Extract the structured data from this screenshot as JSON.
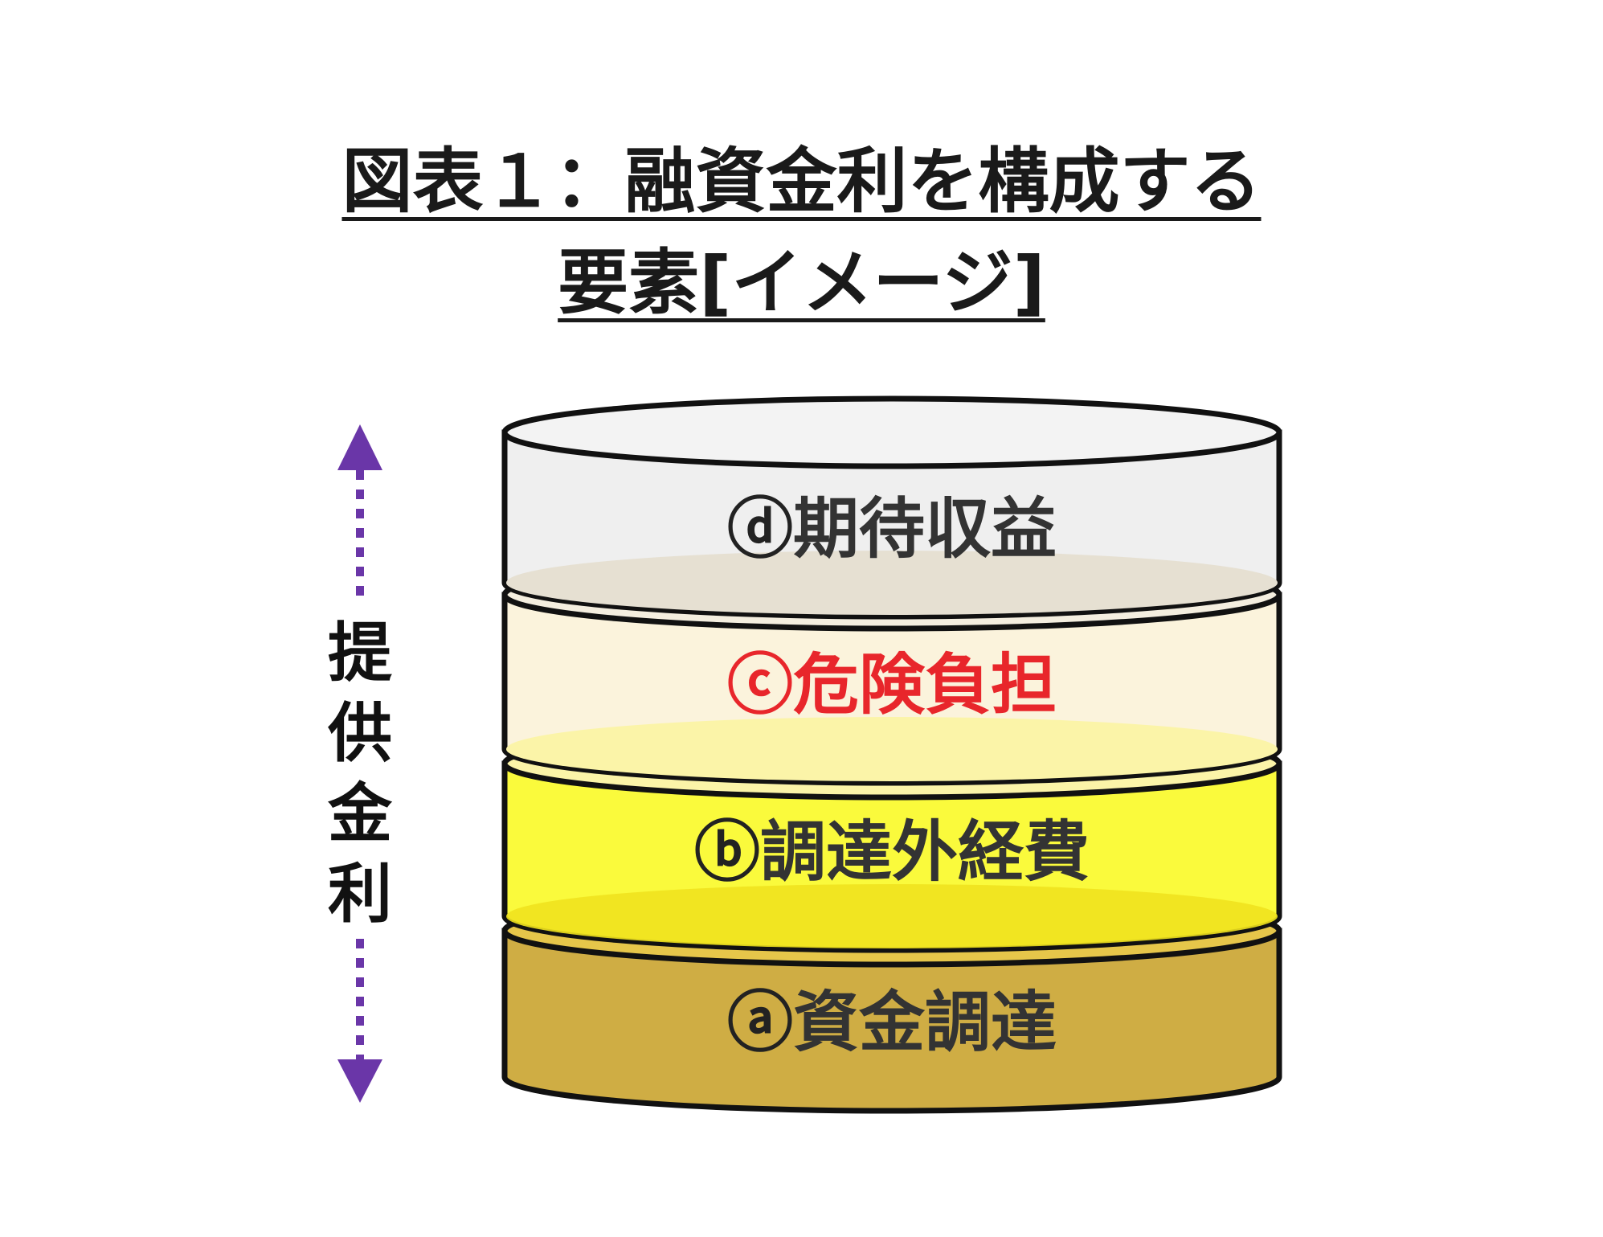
{
  "title": {
    "line1": "図表１：融資金利を構成する",
    "line2": "要素[イメージ]"
  },
  "side_label": {
    "chars": [
      "提",
      "供",
      "金",
      "利"
    ],
    "arrow_color": "#6a36a8"
  },
  "layers": [
    {
      "marker": "ⓓ",
      "text": "期待収益",
      "color": "#efefef",
      "text_color": "#333333"
    },
    {
      "marker": "ⓒ",
      "text": "危険負担",
      "color": "#fbf3dc",
      "text_color": "#e8262b"
    },
    {
      "marker": "ⓑ",
      "text": "調達外経費",
      "color": "#fafa3c",
      "text_color": "#333333"
    },
    {
      "marker": "ⓐ",
      "text": "資金調達",
      "color": "#cfad44",
      "text_color": "#333333"
    }
  ]
}
